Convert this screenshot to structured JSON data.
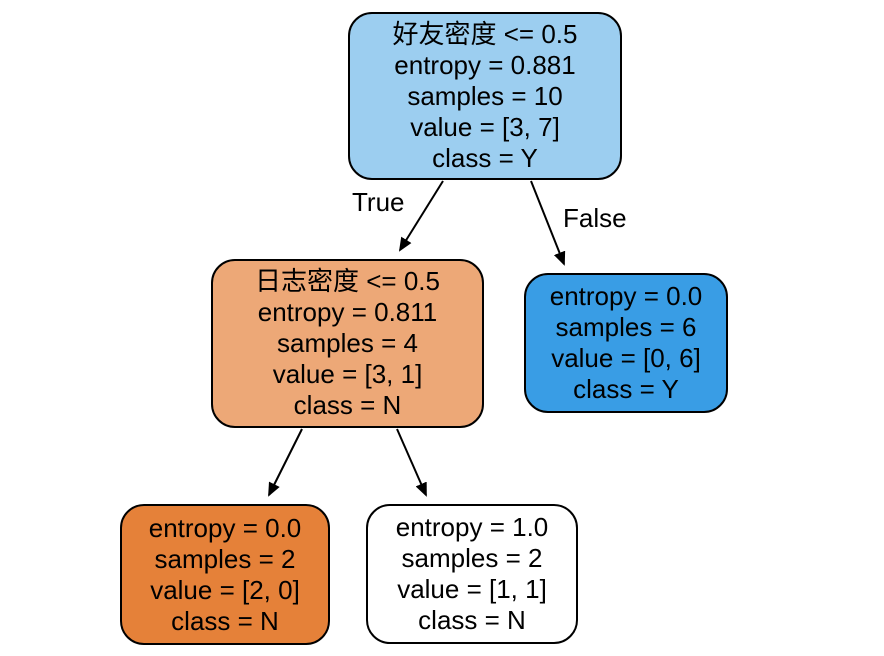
{
  "diagram": {
    "type": "decision-tree",
    "background": "#ffffff",
    "edge_color": "#000000",
    "text_color": "#000000",
    "edges": {
      "true_label": "True",
      "false_label": "False"
    },
    "nodes": [
      {
        "id": "root",
        "feature": "好友密度",
        "threshold": 0.5,
        "entropy": 0.881,
        "samples": 10,
        "value": [
          3,
          7
        ],
        "class": "Y",
        "fill": "#9ccef0",
        "lines": [
          "好友密度 <= 0.5",
          "entropy = 0.881",
          "samples = 10",
          "value = [3, 7]",
          "class = Y"
        ]
      },
      {
        "id": "left",
        "feature": "日志密度",
        "threshold": 0.5,
        "entropy": 0.811,
        "samples": 4,
        "value": [
          3,
          1
        ],
        "class": "N",
        "fill": "#eda877",
        "lines": [
          "日志密度 <= 0.5",
          "entropy = 0.811",
          "samples = 4",
          "value = [3, 1]",
          "class = N"
        ]
      },
      {
        "id": "right",
        "entropy": 0.0,
        "samples": 6,
        "value": [
          0,
          6
        ],
        "class": "Y",
        "fill": "#399de5",
        "lines": [
          "entropy = 0.0",
          "samples = 6",
          "value = [0, 6]",
          "class = Y"
        ]
      },
      {
        "id": "leaf-left",
        "entropy": 0.0,
        "samples": 2,
        "value": [
          2,
          0
        ],
        "class": "N",
        "fill": "#e58139",
        "lines": [
          "entropy = 0.0",
          "samples = 2",
          "value = [2, 0]",
          "class = N"
        ]
      },
      {
        "id": "leaf-right",
        "entropy": 1.0,
        "samples": 2,
        "value": [
          1,
          1
        ],
        "class": "N",
        "fill": "#ffffff",
        "lines": [
          "entropy = 1.0",
          "samples = 2",
          "value = [1, 1]",
          "class = N"
        ]
      }
    ]
  }
}
